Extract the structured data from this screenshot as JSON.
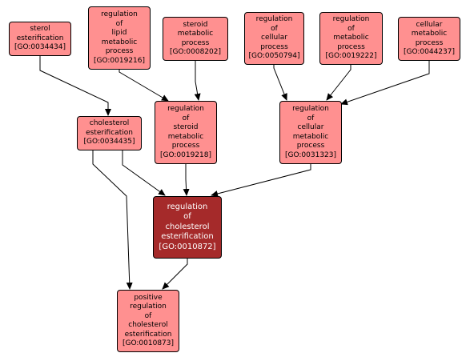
{
  "colors": {
    "node_fill": "#ff9090",
    "focus_fill": "#a52a2a",
    "focus_text": "#ffffff",
    "edge": "#000000"
  },
  "nodes": {
    "GO0034434": {
      "lines": [
        "sterol",
        "esterification",
        "[GO:0034434]"
      ]
    },
    "GO0019216": {
      "lines": [
        "regulation",
        "of",
        "lipid",
        "metabolic",
        "process",
        "[GO:0019216]"
      ]
    },
    "GO0008202": {
      "lines": [
        "steroid",
        "metabolic",
        "process",
        "[GO:0008202]"
      ]
    },
    "GO0050794": {
      "lines": [
        "regulation",
        "of",
        "cellular",
        "process",
        "[GO:0050794]"
      ]
    },
    "GO0019222": {
      "lines": [
        "regulation",
        "of",
        "metabolic",
        "process",
        "[GO:0019222]"
      ]
    },
    "GO0044237": {
      "lines": [
        "cellular",
        "metabolic",
        "process",
        "[GO:0044237]"
      ]
    },
    "GO0034435": {
      "lines": [
        "cholesterol",
        "esterification",
        "[GO:0034435]"
      ]
    },
    "GO0019218": {
      "lines": [
        "regulation",
        "of",
        "steroid",
        "metabolic",
        "process",
        "[GO:0019218]"
      ]
    },
    "GO0031323": {
      "lines": [
        "regulation",
        "of",
        "cellular",
        "metabolic",
        "process",
        "[GO:0031323]"
      ]
    },
    "GO0010872": {
      "lines": [
        "regulation",
        "of",
        "cholesterol",
        "esterification",
        "[GO:0010872]"
      ]
    },
    "GO0010873": {
      "lines": [
        "positive",
        "regulation",
        "of",
        "cholesterol",
        "esterification",
        "[GO:0010873]"
      ]
    }
  },
  "edges": [
    {
      "from": "GO0034434",
      "to": "GO0034435"
    },
    {
      "from": "GO0019216",
      "to": "GO0019218"
    },
    {
      "from": "GO0008202",
      "to": "GO0019218"
    },
    {
      "from": "GO0050794",
      "to": "GO0031323"
    },
    {
      "from": "GO0019222",
      "to": "GO0031323"
    },
    {
      "from": "GO0044237",
      "to": "GO0031323"
    },
    {
      "from": "GO0034435",
      "to": "GO0010872"
    },
    {
      "from": "GO0019218",
      "to": "GO0010872"
    },
    {
      "from": "GO0031323",
      "to": "GO0010872"
    },
    {
      "from": "GO0034435",
      "to": "GO0010873"
    },
    {
      "from": "GO0010872",
      "to": "GO0010873"
    }
  ]
}
